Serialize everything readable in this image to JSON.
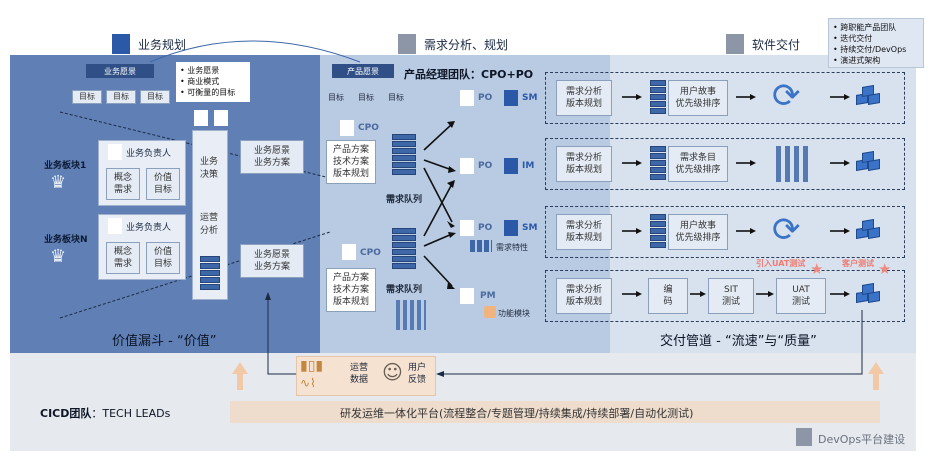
{
  "headers": {
    "business_planning": "业务规划",
    "requirements": "需求分析、规划",
    "delivery": "软件交付"
  },
  "top_right_legend": [
    "跨职能产品团队",
    "迭代交付",
    "持续交付/DevOps",
    "演进式架构"
  ],
  "left": {
    "business_vision_chip": "业务愿景",
    "goals": [
      "目标",
      "目标",
      "目标"
    ],
    "vision_bullets": [
      "业务愿景",
      "商业模式",
      "可衡量的目标"
    ],
    "segment1": {
      "label": "业务板块1",
      "owner": "业务负责人",
      "box_a": "概念\n需求",
      "box_b": "价值\n目标"
    },
    "segmentN": {
      "label": "业务板块N",
      "owner": "业务负责人",
      "box_a": "概念\n需求",
      "box_b": "价值\n目标"
    },
    "decision_col": "业务\n决策",
    "ops_col": "运营\n分析",
    "plan_box_top": "业务愿景\n业务方案",
    "plan_box_bottom": "业务愿景\n业务方案",
    "footer": "价值漏斗 - “价值”"
  },
  "middle": {
    "product_vision_chip": "产品愿景",
    "team_title": "产品经理团队：CPO+PO",
    "goals": [
      "目标",
      "目标",
      "目标"
    ],
    "cpo": "CPO",
    "cpo_box": "产品方案\n技术方案\n版本规划",
    "queue_label": "需求队列",
    "roles": {
      "po": "PO",
      "sm": "SM",
      "im": "IM",
      "pm": "PM",
      "req_feature": "需求特性",
      "func_module": "功能模块"
    }
  },
  "lanes": [
    {
      "a": "需求分析\n版本规划",
      "b": "用户故事\n优先级排序"
    },
    {
      "a": "需求分析\n版本规划",
      "b": "需求条目\n优先级排序"
    },
    {
      "a": "需求分析\n版本规划",
      "b": "用户故事\n优先级排序"
    },
    {
      "a": "需求分析\n版本规划",
      "c1": "编\n码",
      "c2": "SIT\n测试",
      "c3": "UAT\n测试"
    }
  ],
  "uat_labels": {
    "intro": "引入UAT测试",
    "client": "客户测试"
  },
  "right_footer": "交付管道 - “流速”与“质量”",
  "bottom": {
    "ops_data": "运营\n数据",
    "user_feedback": "用户\n反馈",
    "cicd_label": "CICD团队",
    "cicd_value": "：TECH LEADs",
    "platform": "研发运维一体化平台(流程整合/专题管理/持续集成/持续部署/自动化测试)",
    "devops": "DevOps平台建设"
  },
  "colors": {
    "left_bg": "#5f7fb5",
    "mid_bg": "#b9cbe3",
    "right_bg": "#d8e2ef",
    "bottom_bg": "#e6e9ee",
    "accent_blue": "#2b59a8",
    "star": "#ef8a80"
  }
}
